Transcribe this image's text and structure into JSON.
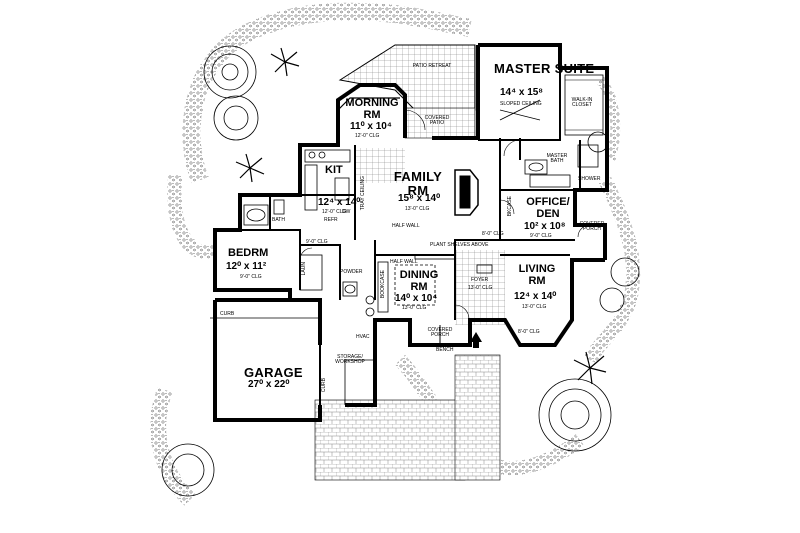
{
  "rooms": {
    "master_suite": {
      "name": "MASTER SUITE",
      "dim": "14⁴ x 15⁸",
      "note": "SLOPED CEILING"
    },
    "walk_in_closet": {
      "name": "WALK-IN CLOSET"
    },
    "morning_rm": {
      "name": "MORNING RM",
      "dim": "11⁰ x 10⁴",
      "clg": "12'-0\" CLG"
    },
    "patio_retreat": {
      "name": "PATIO RETREAT"
    },
    "covered_patio": {
      "name": "COVERED PATIO"
    },
    "kit": {
      "name": "KIT",
      "dim": "12⁴ x 14⁰",
      "clg": "12'-0\" CLG"
    },
    "family_rm": {
      "name": "FAMILY RM",
      "dim": "15⁸ x 14⁰",
      "clg": "13'-0\" CLG"
    },
    "master_bath": {
      "name": "MASTER BATH"
    },
    "shower": {
      "name": "SHOWER"
    },
    "office_den": {
      "name": "OFFICE/ DEN",
      "dim": "10² x 10⁸",
      "clg": "9'-0\" CLG"
    },
    "covered_porch_right": {
      "name": "COVERED PORCH"
    },
    "bath": {
      "name": "BATH"
    },
    "bedrm": {
      "name": "BEDRM",
      "dim": "12⁰ x 11²",
      "clg": "9'-0\" CLG"
    },
    "powder": {
      "name": "POWDER"
    },
    "dining_rm": {
      "name": "DINING RM",
      "dim": "14⁰ x 10⁴",
      "clg": "13'-0\" CLG"
    },
    "foyer": {
      "name": "FOYER",
      "clg": "13'-0\" CLG"
    },
    "living_rm": {
      "name": "LIVING RM",
      "dim": "12⁴ x 14⁰",
      "clg": "13'-0\" CLG"
    },
    "covered_porch_front": {
      "name": "COVERED PORCH"
    },
    "garage": {
      "name": "GARAGE",
      "dim": "27⁰ x 22⁰"
    },
    "storage": {
      "name": "STORAGE/ WORKSHOP"
    }
  },
  "notes": {
    "half_wall": "HALF WALL",
    "half_wall_2": "HALF WALL",
    "plant_shelves": "PLANT SHELVES ABOVE",
    "clg_9": "9'-0\" CLG",
    "clg_8": "8'-0\" CLG",
    "clg_8b": "8'-0\" CLG",
    "curb": "CURB",
    "curb2": "CURB",
    "refr": "REFR",
    "laun": "LAUN",
    "hvac": "HVAC",
    "dw": "DW",
    "bench": "BENCH",
    "bkcase": "BOOKCASE",
    "tray": "TRAY CEILING",
    "bkcase2": "BKCASE"
  },
  "colors": {
    "line": "#000000",
    "background": "#ffffff"
  }
}
